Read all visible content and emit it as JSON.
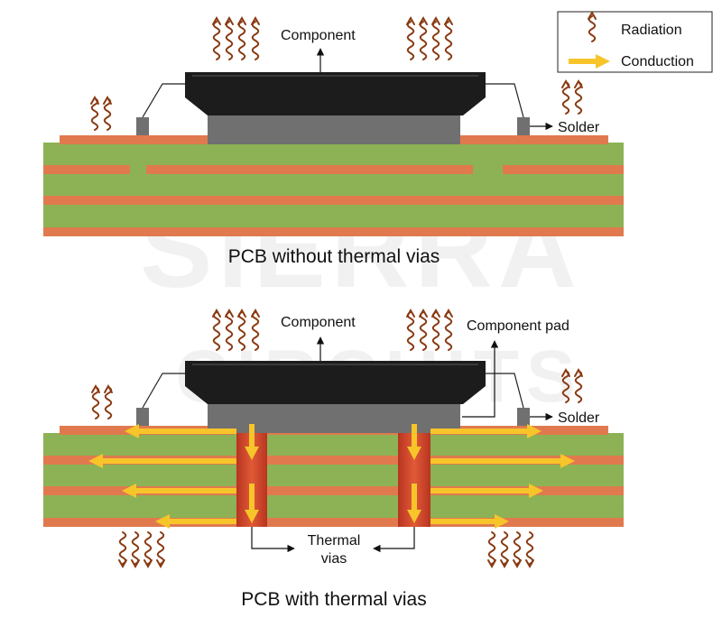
{
  "watermark": {
    "line1": "SIERRA",
    "line2": "CIRCUITS"
  },
  "legend": {
    "radiation_label": "Radiation",
    "conduction_label": "Conduction",
    "radiation_icon": "wavy-heat-arrow-icon",
    "conduction_icon": "yellow-arrow-icon"
  },
  "top_diagram": {
    "title": "PCB without thermal vias",
    "component_label": "Component",
    "solder_label": "Solder"
  },
  "bottom_diagram": {
    "title": "PCB with thermal vias",
    "component_label": "Component",
    "component_pad_label": "Component pad",
    "solder_label": "Solder",
    "thermal_vias_line1": "Thermal",
    "thermal_vias_line2": "vias"
  },
  "colors": {
    "substrate": "#8db255",
    "copper": "#e07a4e",
    "component_body": "#1c1c1c",
    "component_base": "#707070",
    "solder": "#707070",
    "via": "#c43c22",
    "radiation": "#8a3a12",
    "conduction": "#f7c52a",
    "watermark": "#f1f1f1"
  }
}
